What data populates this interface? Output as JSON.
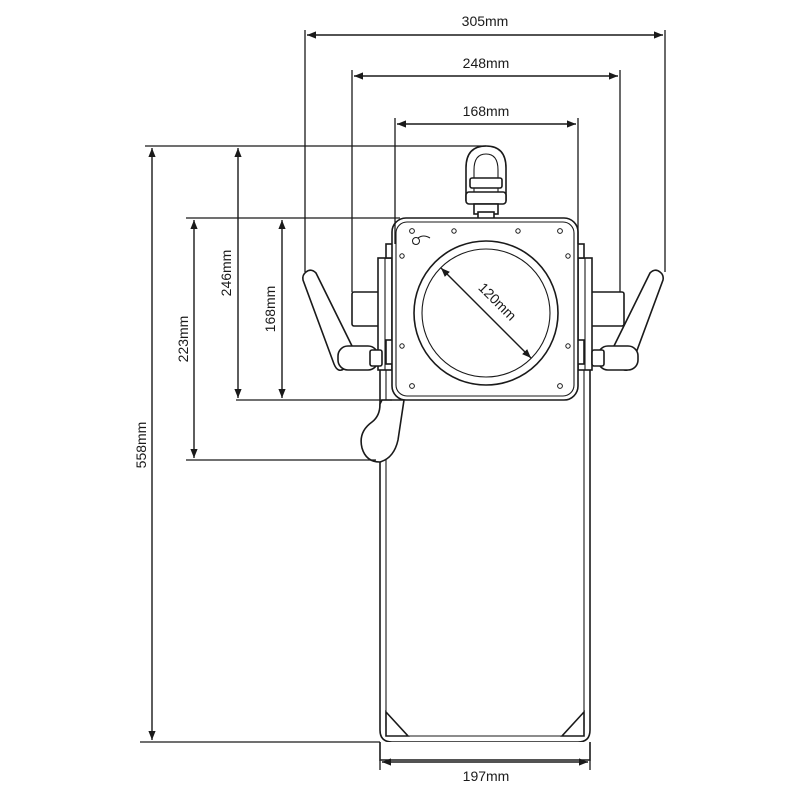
{
  "diagram": {
    "dimensions": {
      "width_outer": "305mm",
      "width_brackets": "248mm",
      "width_body": "168mm",
      "height_total": "558mm",
      "height_246": "246mm",
      "height_223": "223mm",
      "height_body": "168mm",
      "lens_diameter": "120mm",
      "base_width": "197mm"
    },
    "colors": {
      "line": "#1a1a1a",
      "background": "#ffffff"
    }
  }
}
